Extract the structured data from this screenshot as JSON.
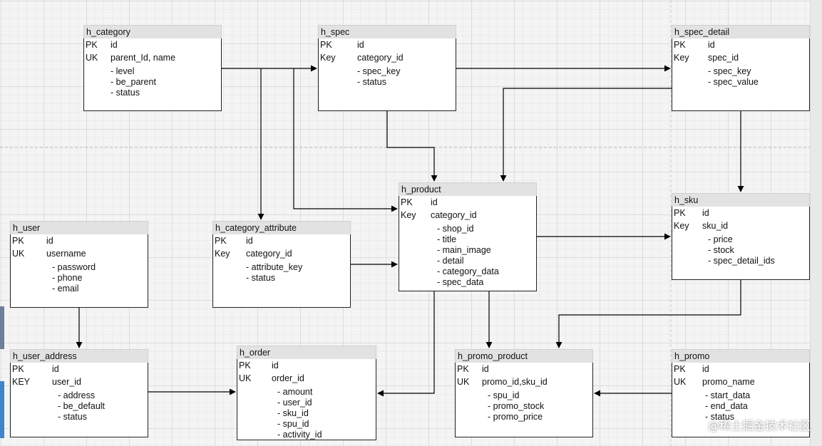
{
  "entities": [
    {
      "id": "h_category",
      "title": "h_category",
      "rows": [
        {
          "kind": "PK",
          "name": "id"
        },
        {
          "kind": "UK",
          "name": "parent_Id, name"
        }
      ],
      "fields": [
        "- level",
        "- be_parent",
        "- status"
      ]
    },
    {
      "id": "h_spec",
      "title": "h_spec",
      "rows": [
        {
          "kind": "PK",
          "name": "id"
        },
        {
          "kind": "Key",
          "name": "category_id"
        }
      ],
      "fields": [
        "- spec_key",
        "- status"
      ]
    },
    {
      "id": "h_spec_detail",
      "title": "h_spec_detail",
      "rows": [
        {
          "kind": "PK",
          "name": "id"
        },
        {
          "kind": "Key",
          "name": "spec_id"
        }
      ],
      "fields": [
        "- spec_key",
        "- spec_value"
      ]
    },
    {
      "id": "h_product",
      "title": "h_product",
      "rows": [
        {
          "kind": "PK",
          "name": "id"
        },
        {
          "kind": "Key",
          "name": "category_id"
        }
      ],
      "fields": [
        "- shop_id",
        "- title",
        "- main_image",
        "- detail",
        "- category_data",
        "- spec_data"
      ]
    },
    {
      "id": "h_sku",
      "title": "h_sku",
      "rows": [
        {
          "kind": "PK",
          "name": "id"
        },
        {
          "kind": "Key",
          "name": "sku_id"
        }
      ],
      "fields": [
        "- price",
        "- stock",
        "- spec_detail_ids"
      ]
    },
    {
      "id": "h_user",
      "title": "h_user",
      "rows": [
        {
          "kind": "PK",
          "name": "id"
        },
        {
          "kind": "UK",
          "name": "username"
        }
      ],
      "fields": [
        "- password",
        "- phone",
        "- email"
      ]
    },
    {
      "id": "h_category_attribute",
      "title": "h_category_attribute",
      "rows": [
        {
          "kind": "PK",
          "name": "id"
        },
        {
          "kind": "Key",
          "name": "category_id"
        }
      ],
      "fields": [
        "- attribute_key",
        "- status"
      ]
    },
    {
      "id": "h_user_address",
      "title": "h_user_address",
      "rows": [
        {
          "kind": "PK",
          "name": "id"
        },
        {
          "kind": "KEY",
          "name": "user_id"
        }
      ],
      "fields": [
        "- address",
        "- be_default",
        "- status"
      ]
    },
    {
      "id": "h_order",
      "title": "h_order",
      "rows": [
        {
          "kind": "PK",
          "name": "id"
        },
        {
          "kind": "UK",
          "name": "order_id"
        }
      ],
      "fields": [
        "- amount",
        "- user_id",
        "- sku_id",
        "- spu_id",
        "- activity_id"
      ]
    },
    {
      "id": "h_promo_product",
      "title": "h_promo_product",
      "rows": [
        {
          "kind": "PK",
          "name": "id"
        },
        {
          "kind": "UK",
          "name": "promo_id,sku_id"
        }
      ],
      "fields": [
        "- spu_id",
        "- promo_stock",
        "- promo_price"
      ]
    },
    {
      "id": "h_promo",
      "title": "h_promo",
      "rows": [
        {
          "kind": "PK",
          "name": "id"
        },
        {
          "kind": "UK",
          "name": "promo_name"
        }
      ],
      "fields": [
        "- start_data",
        "- end_data",
        "- status"
      ]
    }
  ],
  "relations": [
    {
      "from": "h_category",
      "to": "h_spec"
    },
    {
      "from": "h_category",
      "to": "h_category_attribute"
    },
    {
      "from": "h_category",
      "to": "h_product"
    },
    {
      "from": "h_spec",
      "to": "h_spec_detail"
    },
    {
      "from": "h_spec",
      "to": "h_product"
    },
    {
      "from": "h_spec_detail",
      "to": "h_product"
    },
    {
      "from": "h_spec_detail",
      "to": "h_sku"
    },
    {
      "from": "h_category_attribute",
      "to": "h_product"
    },
    {
      "from": "h_product",
      "to": "h_sku"
    },
    {
      "from": "h_product",
      "to": "h_promo_product"
    },
    {
      "from": "h_product",
      "to": "h_order"
    },
    {
      "from": "h_sku",
      "to": "h_promo_product"
    },
    {
      "from": "h_user",
      "to": "h_user_address"
    },
    {
      "from": "h_user_address",
      "to": "h_order"
    },
    {
      "from": "h_promo",
      "to": "h_promo_product"
    }
  ],
  "watermark": "@稀土掘金技术社区",
  "colors": {
    "line": "#000000",
    "box_border": "#222222",
    "title_bg": "#e2e2e2",
    "grid": "#dcdcdc"
  }
}
